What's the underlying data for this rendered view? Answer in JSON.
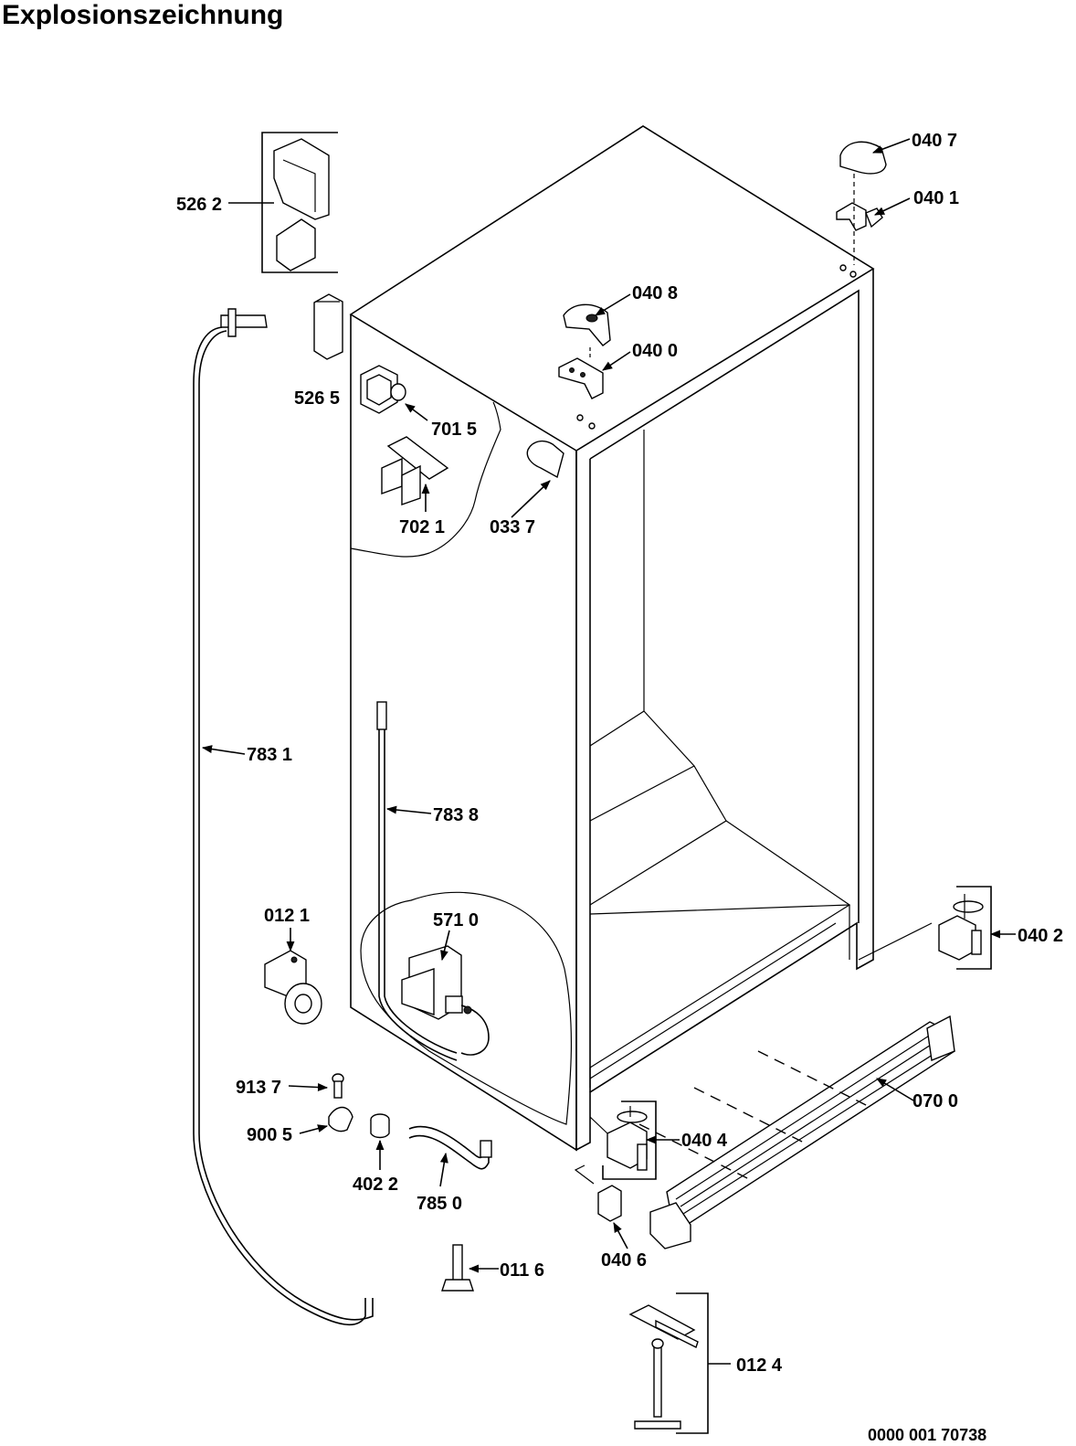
{
  "title": "Explosionszeichnung",
  "document_number": "0000 001 70738",
  "parts": [
    {
      "label": "526 2"
    },
    {
      "label": "526 5"
    },
    {
      "label": "701 5"
    },
    {
      "label": "702 1"
    },
    {
      "label": "033 7"
    },
    {
      "label": "040 8"
    },
    {
      "label": "040 0"
    },
    {
      "label": "040 7"
    },
    {
      "label": "040 1"
    },
    {
      "label": "783 1"
    },
    {
      "label": "783 8"
    },
    {
      "label": "571 0"
    },
    {
      "label": "012 1"
    },
    {
      "label": "040 2"
    },
    {
      "label": "070 0"
    },
    {
      "label": "040 4"
    },
    {
      "label": "040 6"
    },
    {
      "label": "913 7"
    },
    {
      "label": "900 5"
    },
    {
      "label": "402 2"
    },
    {
      "label": "785 0"
    },
    {
      "label": "011 6"
    },
    {
      "label": "012 4"
    }
  ]
}
